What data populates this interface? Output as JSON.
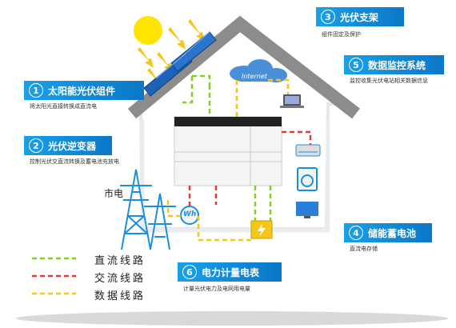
{
  "colors": {
    "dc": "#7ed321",
    "ac": "#e53935",
    "data": "#f5c518",
    "accent": "#1a8fe0",
    "house": "#8c8c8c"
  },
  "components": [
    {
      "num": "1",
      "title": "太阳能光伏组件",
      "desc": "将太阳光直接转换成直流电"
    },
    {
      "num": "2",
      "title": "光伏逆变器",
      "desc": "控制光伏交直流转换及蓄电池充放电"
    },
    {
      "num": "3",
      "title": "光伏支架",
      "desc": "组件固定及保护"
    },
    {
      "num": "4",
      "title": "储能蓄电池",
      "desc": "直流电存储"
    },
    {
      "num": "5",
      "title": "数据监控系统",
      "desc": "监控收集光伏电站相关数据信息"
    },
    {
      "num": "6",
      "title": "电力计量电表",
      "desc": "计量光伏电力及电网用电量"
    }
  ],
  "grid_label": "市电",
  "meter_label": "Wh",
  "cloud_label": "Internet",
  "legend": [
    {
      "label": "直流线路",
      "color": "#7ed321"
    },
    {
      "label": "交流线路",
      "color": "#e53935"
    },
    {
      "label": "数据线路",
      "color": "#f5c518"
    }
  ]
}
